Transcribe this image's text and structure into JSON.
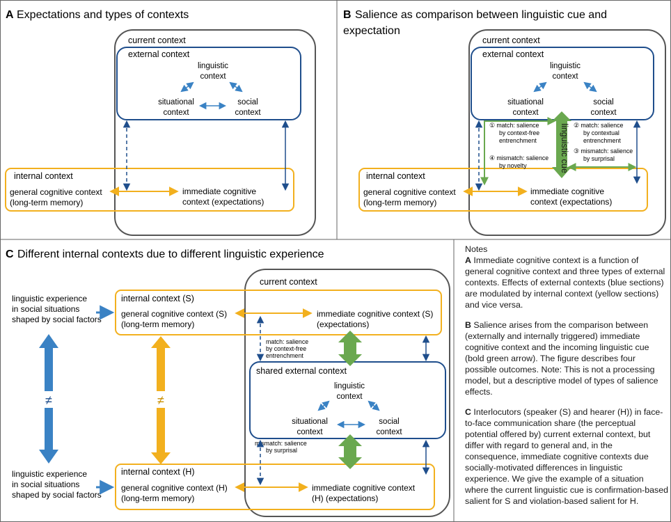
{
  "colors": {
    "blue_box": "#1f4e8c",
    "yellow_box": "#f2b01e",
    "grey_box": "#555555",
    "blue_arrow": "#3a82c4",
    "yellow_arrow": "#f2b01e",
    "green_arrow": "#6aa84f",
    "border": "#666666"
  },
  "panelA": {
    "letter": "A",
    "title": "Expectations and types of contexts",
    "current_context": "current context",
    "external_context": "external context",
    "linguistic": [
      "linguistic",
      "context"
    ],
    "situational": [
      "situational",
      "context"
    ],
    "social": [
      "social",
      "context"
    ],
    "internal_context": "internal context",
    "general": [
      "general cognitive context",
      "(long-term memory)"
    ],
    "immediate": [
      "immediate cognitive",
      "context (expectations)"
    ]
  },
  "panelB": {
    "letter": "B",
    "title_line1": "Salience as comparison between linguistic cue and",
    "title_line2": "expectation",
    "current_context": "current context",
    "external_context": "external context",
    "linguistic": [
      "linguistic",
      "context"
    ],
    "situational": [
      "situational",
      "context"
    ],
    "social": [
      "social",
      "context"
    ],
    "internal_context": "internal context",
    "general": [
      "general cognitive context",
      "(long-term memory)"
    ],
    "immediate": [
      "immediate cognitive",
      "context (expectations)"
    ],
    "cue_label": "linguistic cue",
    "outcome1": [
      "① match: salience",
      "by context-free",
      "entrenchment"
    ],
    "outcome2": [
      "② match: salience",
      "by contextual",
      "entrenchment"
    ],
    "outcome3": [
      "③ mismatch: salience",
      "by surprisal"
    ],
    "outcome4": [
      "④ mismatch: salience",
      "by novelty"
    ]
  },
  "panelC": {
    "letter": "C",
    "title": "Different internal contexts due to different linguistic experience",
    "current_context": "current context",
    "experience_top": [
      "linguistic experience",
      "in social situations",
      "shaped by social factors"
    ],
    "experience_bottom": [
      "linguistic experience",
      "in social situations",
      "shaped by social factors"
    ],
    "neq": "≠",
    "internal_S": "internal context (S)",
    "general_S": [
      "general cognitive context (S)",
      "(long-term memory)"
    ],
    "immediate_S": [
      "immediate cognitive context (S)",
      "(expectations)"
    ],
    "match_note": [
      "match: salience",
      "by context-free",
      "entrenchment"
    ],
    "shared_external": "shared external context",
    "linguistic": [
      "linguistic",
      "context"
    ],
    "situational": [
      "situational",
      "context"
    ],
    "social": [
      "social",
      "context"
    ],
    "mismatch_note": [
      "mismatch: salience",
      "by surprisal"
    ],
    "internal_H": "internal context (H)",
    "general_H": [
      "general cognitive context (H)",
      "(long-term memory)"
    ],
    "immediate_H": [
      "immediate cognitive context",
      "(H) (expectations)"
    ]
  },
  "notes": {
    "heading": "Notes",
    "a_letter": "A",
    "a_text": "Immediate cognitive context is a function of general cognitive context and three types of external contexts. Effects of external contexts (blue sections) are modulated by internal context (yellow sections) and vice versa.",
    "b_letter": "B",
    "b_text": "Salience arises from the comparison between (externally and internally triggered) immediate cognitive context and the incoming linguistic cue (bold green arrow). The figure describes four possible outcomes. Note: This is not a processing model, but a descriptive model of types of salience effects.",
    "c_letter": "C",
    "c_text": "Interlocutors (speaker (S) and hearer (H)) in face-to-face communication share (the perceptual potential offered by) current external context, but differ with regard to general and, in the consequence, immediate cognitive contexts due socially-motivated differences in linguistic experience. We give the example of a situation where the current linguistic cue is confirmation-based salient for S and violation-based salient for H."
  }
}
